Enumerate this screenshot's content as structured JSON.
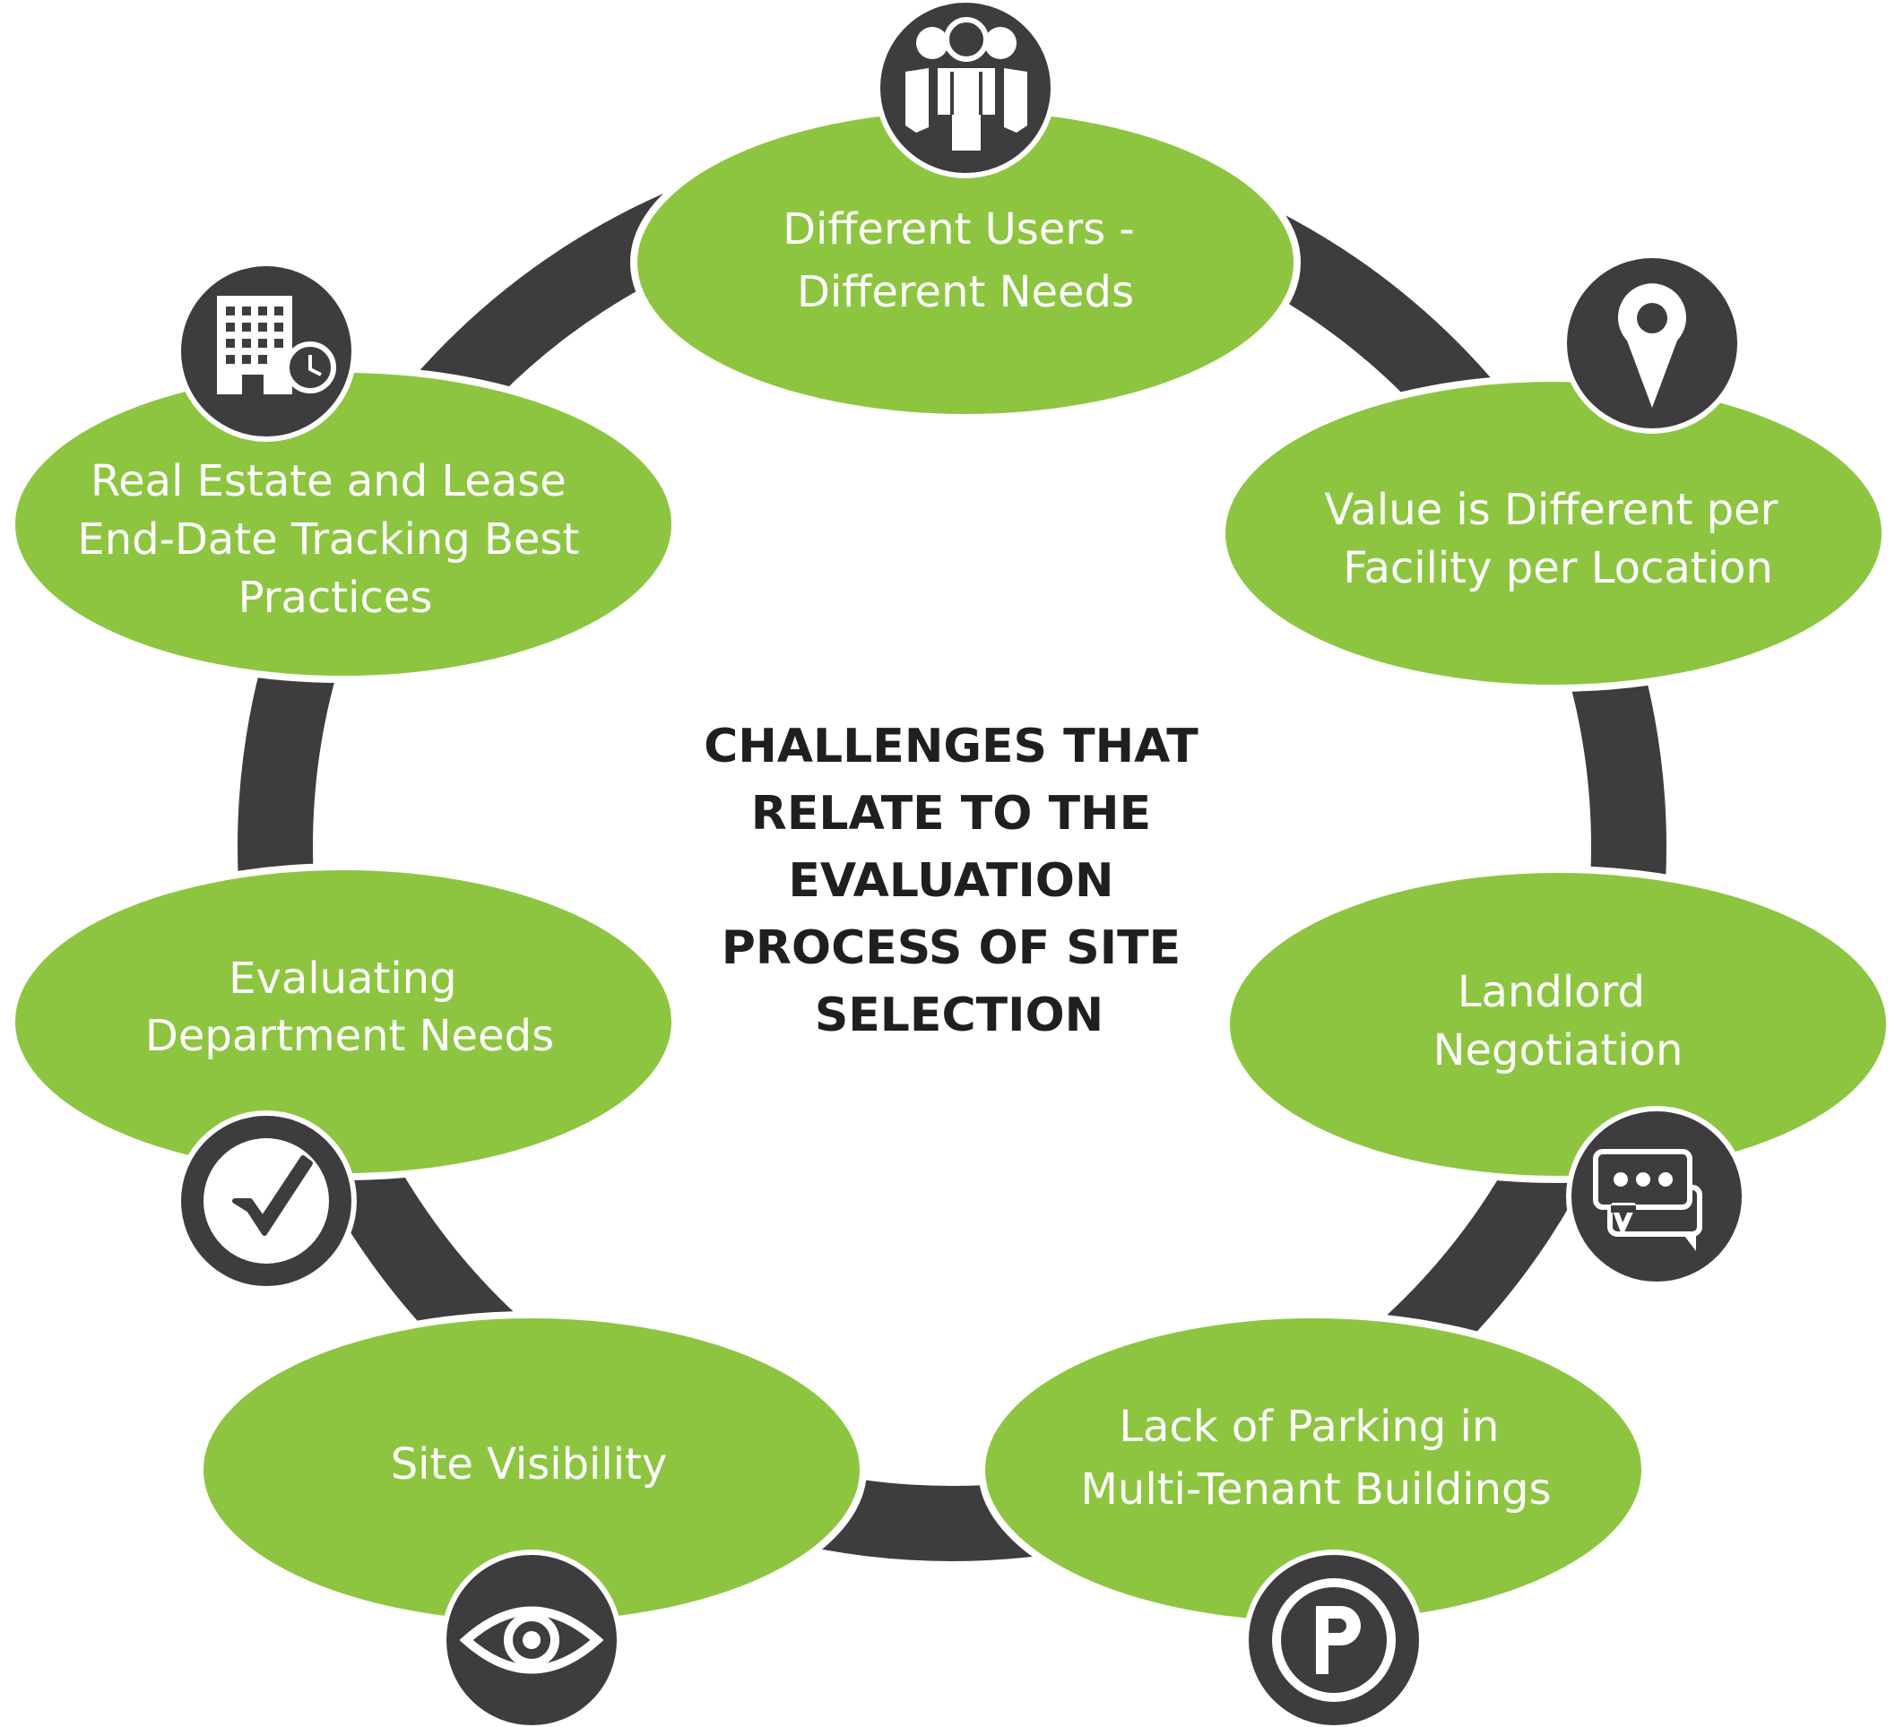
{
  "diagram": {
    "center_title": [
      "CHALLENGES THAT",
      "RELATE TO THE",
      "EVALUATION",
      "PROCESS OF SITE",
      "SELECTION"
    ],
    "nodes": [
      {
        "lines": [
          "Different Users -",
          "Different Needs"
        ],
        "icon": "people-group-icon"
      },
      {
        "lines": [
          "Value is Different per",
          "Facility per Location"
        ],
        "icon": "location-pin-icon"
      },
      {
        "lines": [
          "Landlord",
          "Negotiation"
        ],
        "icon": "chat-bubbles-icon"
      },
      {
        "lines": [
          "Lack of Parking in",
          "Multi-Tenant Buildings"
        ],
        "icon": "parking-icon"
      },
      {
        "lines": [
          "Site Visibility"
        ],
        "icon": "eye-icon"
      },
      {
        "lines": [
          "Evaluating",
          "Department Needs"
        ],
        "icon": "checkmark-icon"
      },
      {
        "lines": [
          "Real Estate and Lease",
          "End-Date Tracking Best",
          "Practices"
        ],
        "icon": "building-clock-icon"
      }
    ],
    "colors": {
      "node_fill": "#8dc541",
      "ring": "#3d3d3f",
      "icon_circle": "#3d3d3f",
      "node_text": "#ffffff",
      "title_text": "#1f1f1f"
    }
  }
}
